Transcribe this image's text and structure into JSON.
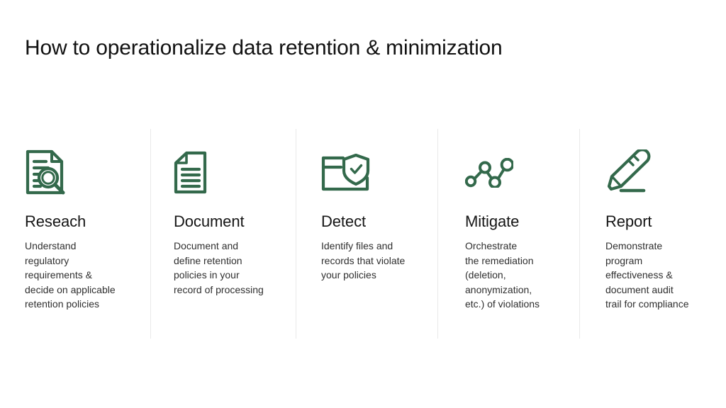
{
  "slide": {
    "title": "How to operationalize data retention & minimization",
    "background_color": "#ffffff",
    "title_color": "#111111",
    "accent_color": "#33694B",
    "divider_color": "#e9e9e9",
    "body_text_color": "#2f2f2f"
  },
  "columns": [
    {
      "icon": "document-magnifier-icon",
      "title": "Reseach",
      "description": "Understand\nregulatory\nrequirements &\ndecide on applicable\nretention policies"
    },
    {
      "icon": "document-lines-icon",
      "title": "Document",
      "description": "Document and\ndefine retention\npolicies in your\nrecord of processing"
    },
    {
      "icon": "folder-shield-check-icon",
      "title": "Detect",
      "description": "Identify files and\nrecords that violate\nyour policies"
    },
    {
      "icon": "node-graph-icon",
      "title": "Mitigate",
      "description": "Orchestrate\nthe remediation\n(deletion,\nanonymization,\n etc.) of violations"
    },
    {
      "icon": "pencil-underline-icon",
      "title": "Report",
      "description": "Demonstrate\nprogram\neffectiveness &\ndocument audit\ntrail for compliance"
    }
  ]
}
